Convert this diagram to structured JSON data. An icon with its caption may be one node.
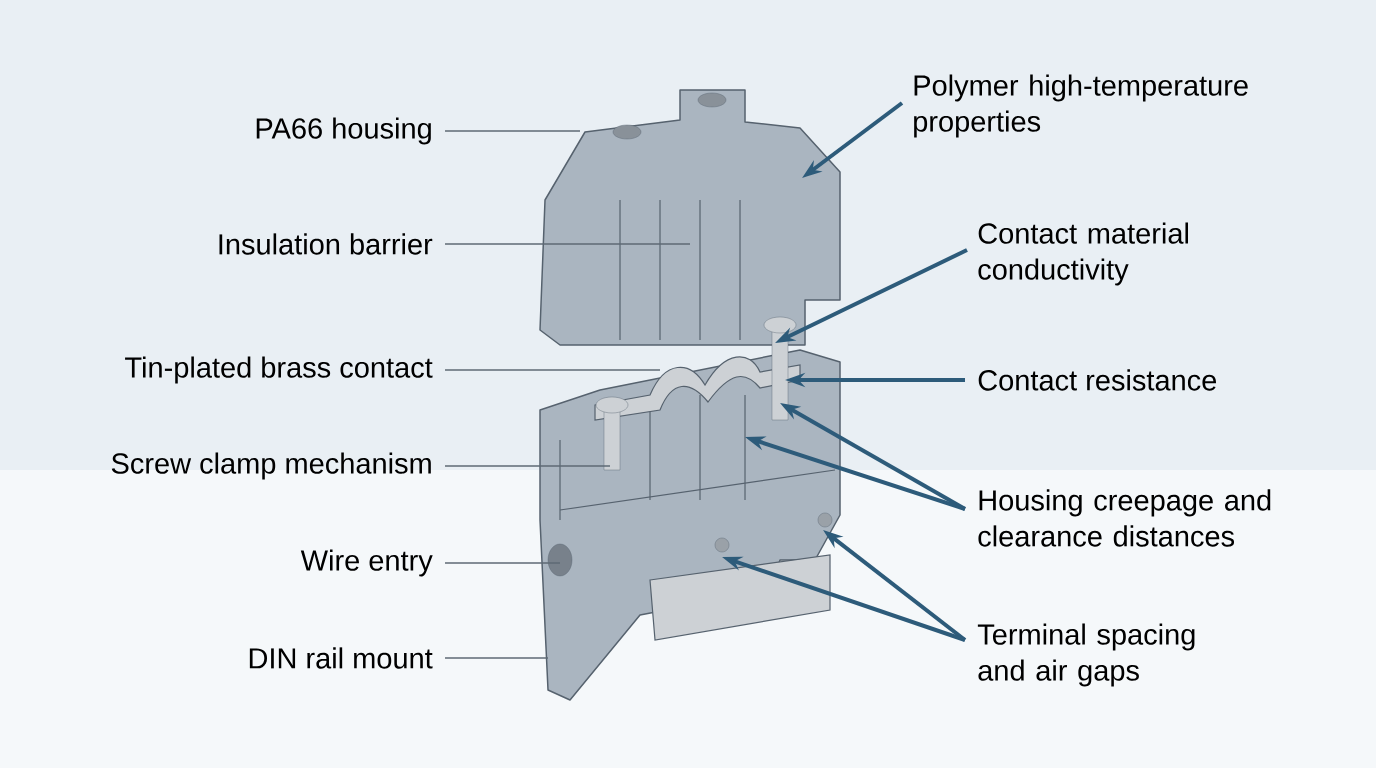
{
  "diagram": {
    "nodes": [
      {
        "text": [
          "PA66 housing"
        ]
      },
      {
        "text": [
          "Insulation barrier"
        ]
      },
      {
        "text": [
          "Tin-plated brass contact"
        ]
      },
      {
        "text": [
          "Screw clamp mechanism"
        ]
      },
      {
        "text": [
          "Wire entry"
        ]
      },
      {
        "text": [
          "DIN rail mount"
        ]
      },
      {
        "text": [
          "Polymer high-temperature properties"
        ]
      },
      {
        "text": [
          "Contact material conductivity"
        ]
      },
      {
        "text": [
          "Contact resistance"
        ]
      },
      {
        "text": [
          "Housing creepage and clearance distances"
        ]
      },
      {
        "text": [
          "Terminal spacing and air gaps"
        ]
      }
    ],
    "edges": [
      {
        "from": 0,
        "to": null,
        "arrow": "none"
      },
      {
        "from": 1,
        "to": null,
        "arrow": "none"
      },
      {
        "from": 2,
        "to": null,
        "arrow": "none"
      },
      {
        "from": 3,
        "to": null,
        "arrow": "none"
      },
      {
        "from": 4,
        "to": null,
        "arrow": "none"
      },
      {
        "from": 5,
        "to": null,
        "arrow": "none"
      },
      {
        "from": 6,
        "to": null,
        "arrow": "to",
        "color": "#2d5b7a"
      },
      {
        "from": 7,
        "to": null,
        "arrow": "to",
        "color": "#2d5b7a"
      },
      {
        "from": 8,
        "to": null,
        "arrow": "to",
        "color": "#2d5b7a"
      },
      {
        "from": 9,
        "to": null,
        "arrow": "to",
        "color": "#2d5b7a"
      },
      {
        "from": 9,
        "to": null,
        "arrow": "to",
        "color": "#2d5b7a"
      },
      {
        "from": 10,
        "to": null,
        "arrow": "to",
        "color": "#2d5b7a"
      },
      {
        "from": 10,
        "to": null,
        "arrow": "to",
        "color": "#2d5b7a"
      }
    ]
  }
}
